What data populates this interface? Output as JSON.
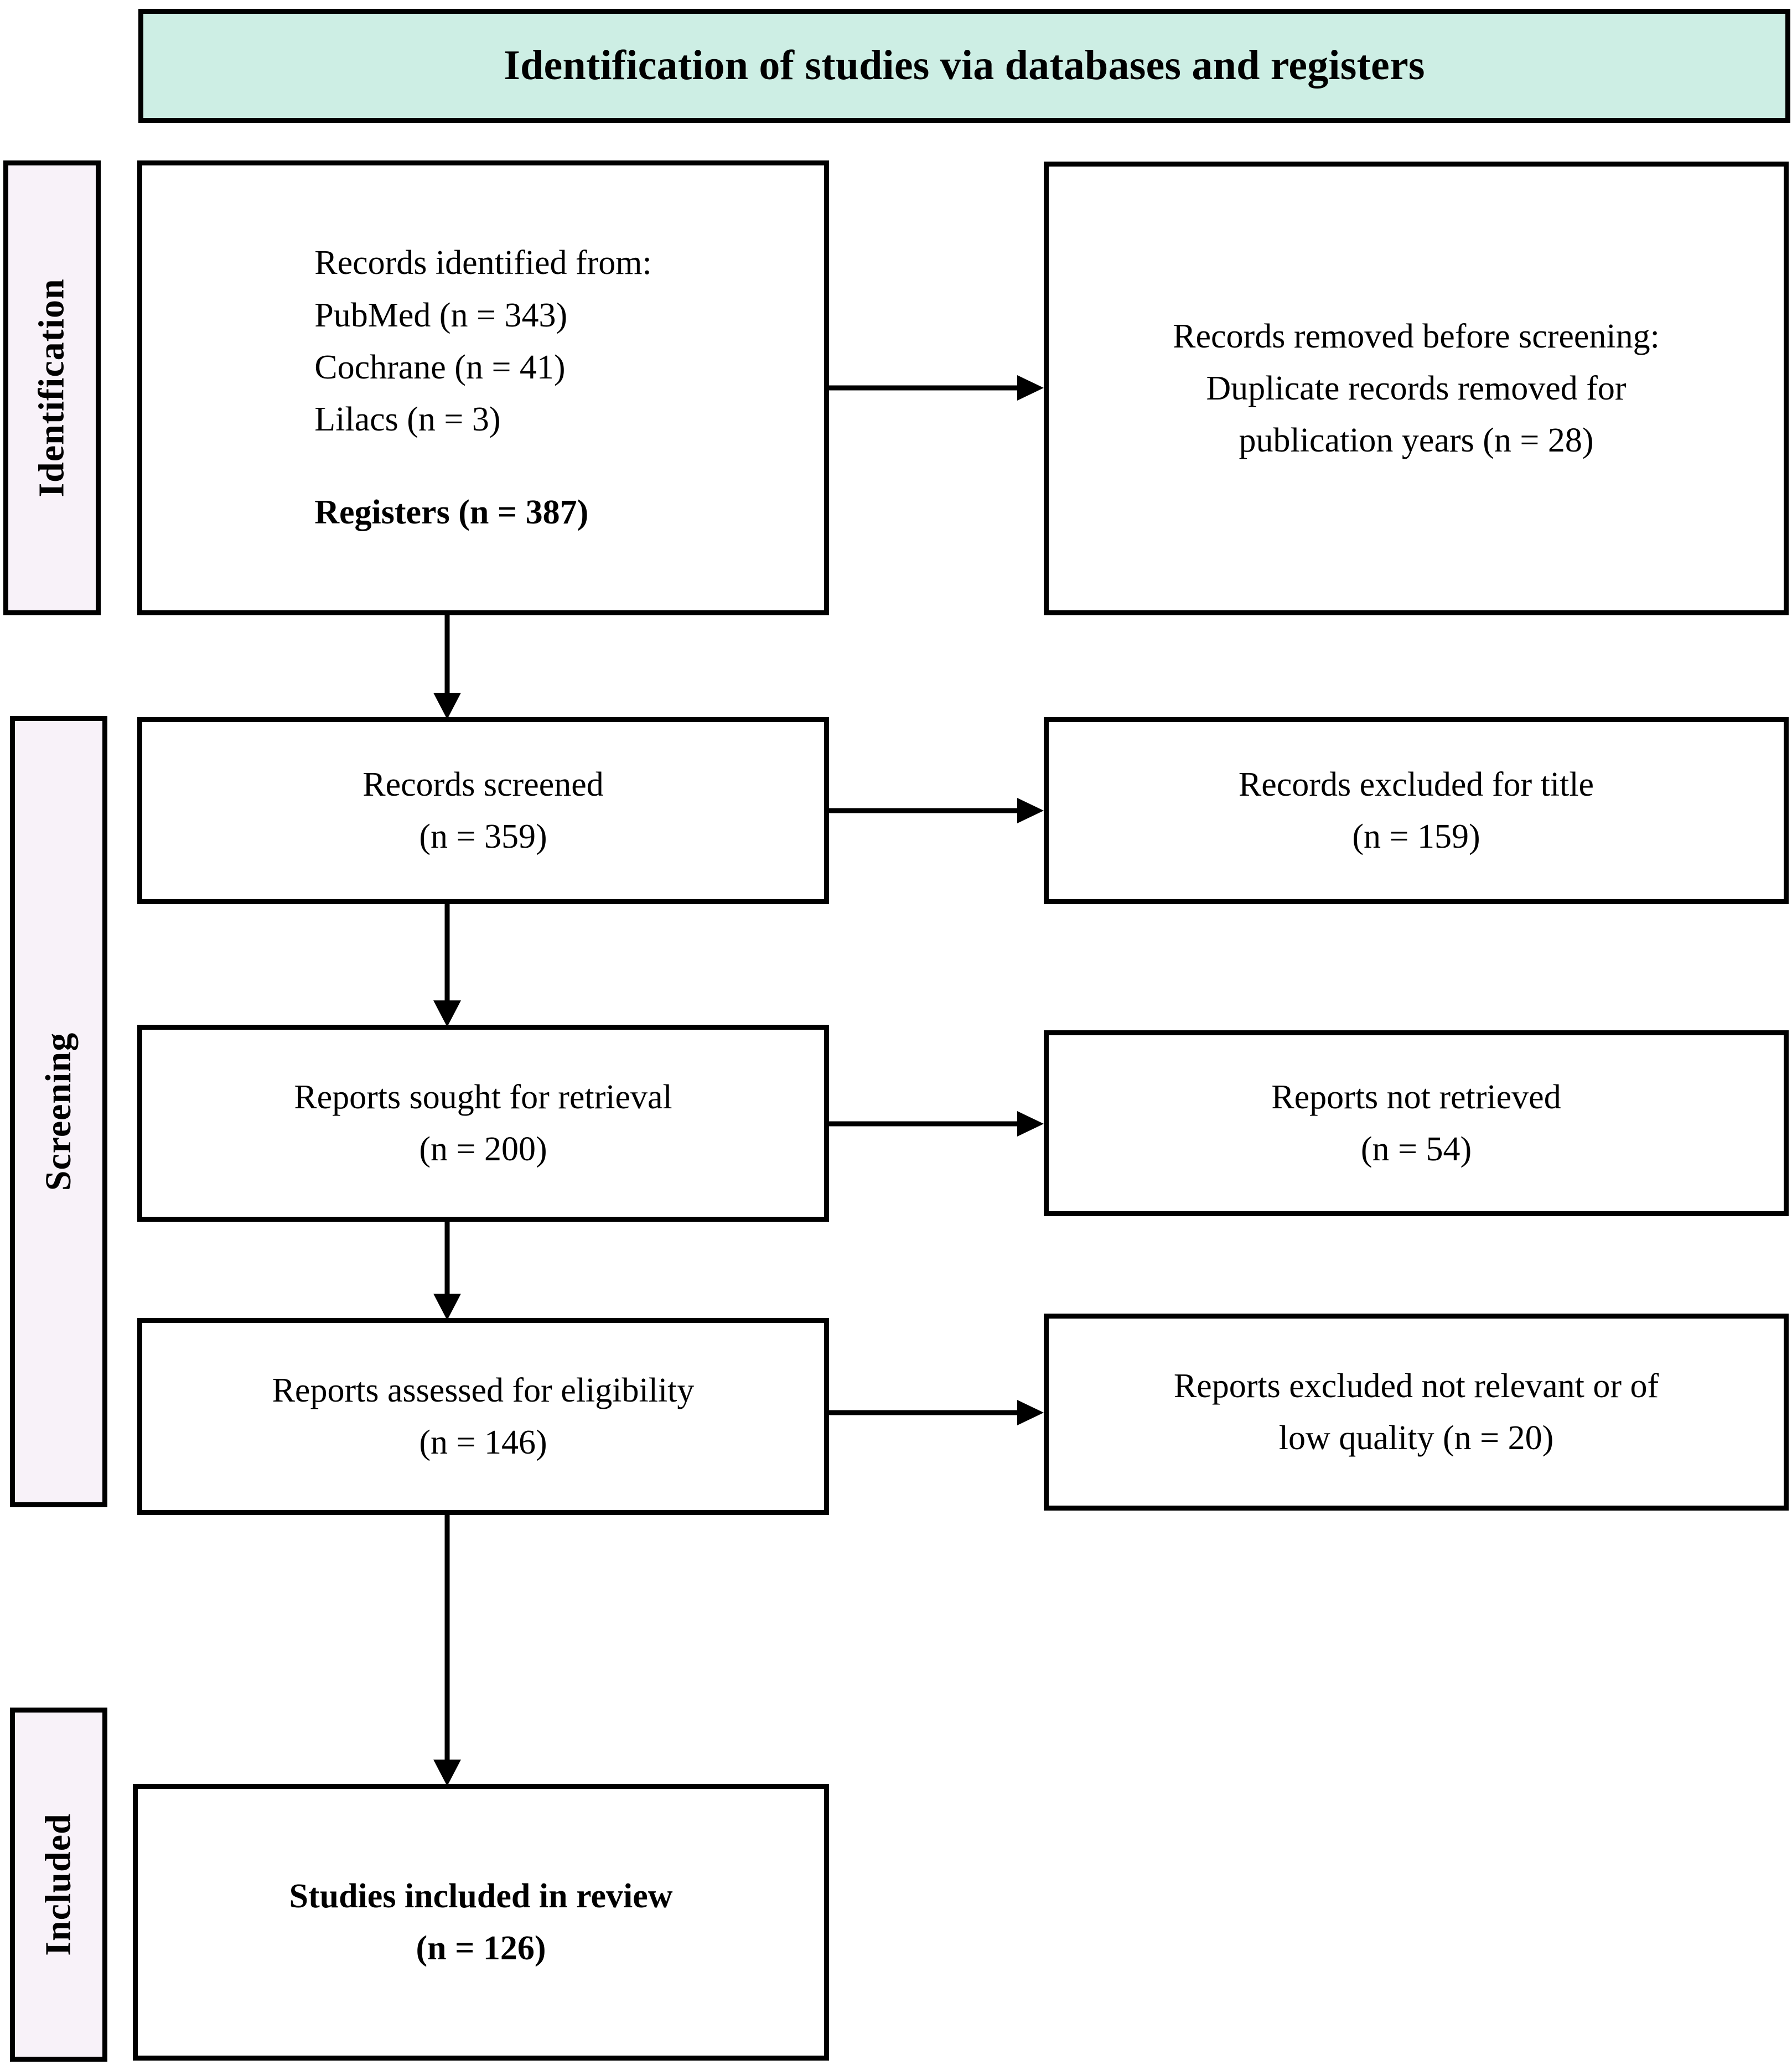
{
  "banner": {
    "title": "Identification of studies via databases and registers",
    "fill": "#CDEEE4",
    "border": "#000000"
  },
  "phases": [
    {
      "key": "identification",
      "label": "Identification",
      "fill": "#F8F2F9"
    },
    {
      "key": "screening",
      "label": "Screening",
      "fill": "#F8F2F9"
    },
    {
      "key": "included",
      "label": "Included",
      "fill": "#F8F2F9"
    }
  ],
  "nodes": {
    "identified": {
      "lead": "Records identified from:",
      "source_1": "PubMed (n = 343)",
      "source_2": "Cochrane (n = 41)",
      "source_3": "Lilacs (n = 3)",
      "total": "Registers (n = 387)"
    },
    "removed": {
      "line_1": "Records removed before screening:",
      "line_2": "Duplicate records removed for",
      "line_3": "publication years (n = 28)"
    },
    "screened": {
      "line_1": "Records screened",
      "line_2": "(n = 359)"
    },
    "excluded_title": {
      "line_1": "Records excluded for title",
      "line_2": "(n = 159)"
    },
    "sought": {
      "line_1": "Reports sought for retrieval",
      "line_2": "(n = 200)"
    },
    "not_retrieved": {
      "line_1": "Reports not retrieved",
      "line_2": "(n = 54)"
    },
    "assessed": {
      "line_1": "Reports assessed for eligibility",
      "line_2": "(n = 146)"
    },
    "excluded_quality": {
      "line_1": "Reports excluded not relevant or of",
      "line_2": "low quality (n = 20)"
    },
    "included_studies": {
      "line_1": "Studies included in review",
      "line_2": "(n = 126)"
    }
  },
  "connectors": [
    {
      "name": "identified-to-removed",
      "direction": "right"
    },
    {
      "name": "identified-to-screened",
      "direction": "down"
    },
    {
      "name": "screened-to-excluded-title",
      "direction": "right"
    },
    {
      "name": "screened-to-sought",
      "direction": "down"
    },
    {
      "name": "sought-to-not-retrieved",
      "direction": "right"
    },
    {
      "name": "sought-to-assessed",
      "direction": "down"
    },
    {
      "name": "assessed-to-excluded-quality",
      "direction": "right"
    },
    {
      "name": "assessed-to-included",
      "direction": "down"
    }
  ],
  "chart_data": {
    "type": "diagram",
    "title": "Identification of studies via databases and registers",
    "flow": [
      {
        "stage": "Identification",
        "node": "Records identified from databases/registers",
        "n": 387,
        "breakdown": [
          {
            "source": "PubMed",
            "n": 343
          },
          {
            "source": "Cochrane",
            "n": 41
          },
          {
            "source": "Lilacs",
            "n": 3
          }
        ]
      },
      {
        "stage": "Identification",
        "node": "Records removed before screening (duplicates for publication years)",
        "n": 28
      },
      {
        "stage": "Screening",
        "node": "Records screened",
        "n": 359
      },
      {
        "stage": "Screening",
        "node": "Records excluded for title",
        "n": 159
      },
      {
        "stage": "Screening",
        "node": "Reports sought for retrieval",
        "n": 200
      },
      {
        "stage": "Screening",
        "node": "Reports not retrieved",
        "n": 54
      },
      {
        "stage": "Screening",
        "node": "Reports assessed for eligibility",
        "n": 146
      },
      {
        "stage": "Screening",
        "node": "Reports excluded not relevant or of low quality",
        "n": 20
      },
      {
        "stage": "Included",
        "node": "Studies included in review",
        "n": 126
      }
    ]
  }
}
